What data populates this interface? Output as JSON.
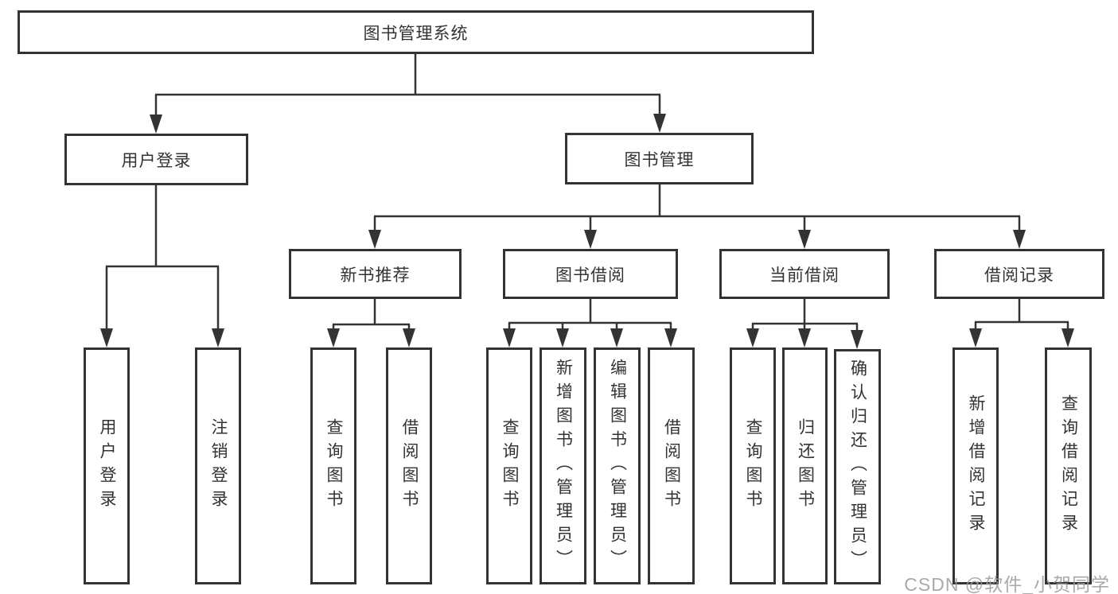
{
  "diagram_title": "图书管理系统",
  "tree": {
    "label": "图书管理系统",
    "children": [
      {
        "label": "用户登录",
        "children": [
          {
            "label": "用户登录"
          },
          {
            "label": "注销登录"
          }
        ]
      },
      {
        "label": "图书管理",
        "children": [
          {
            "label": "新书推荐",
            "children": [
              {
                "label": "查询图书"
              },
              {
                "label": "借阅图书"
              }
            ]
          },
          {
            "label": "图书借阅",
            "children": [
              {
                "label": "查询图书"
              },
              {
                "label": "新增图书（管理员）"
              },
              {
                "label": "编辑图书（管理员）"
              },
              {
                "label": "借阅图书"
              }
            ]
          },
          {
            "label": "当前借阅",
            "children": [
              {
                "label": "查询图书"
              },
              {
                "label": "归还图书"
              },
              {
                "label": "确认归还（管理员）"
              }
            ]
          },
          {
            "label": "借阅记录",
            "children": [
              {
                "label": "新增借阅记录"
              },
              {
                "label": "查询借阅记录"
              }
            ]
          }
        ]
      }
    ]
  },
  "watermark": {
    "text": "CSDN @软件_小贺同学"
  },
  "colors": {
    "line": "#333333",
    "box_border": "#333333",
    "box_fill": "#ffffff",
    "text": "#333333",
    "watermark": "#9b9b9b",
    "background": "#ffffff"
  }
}
